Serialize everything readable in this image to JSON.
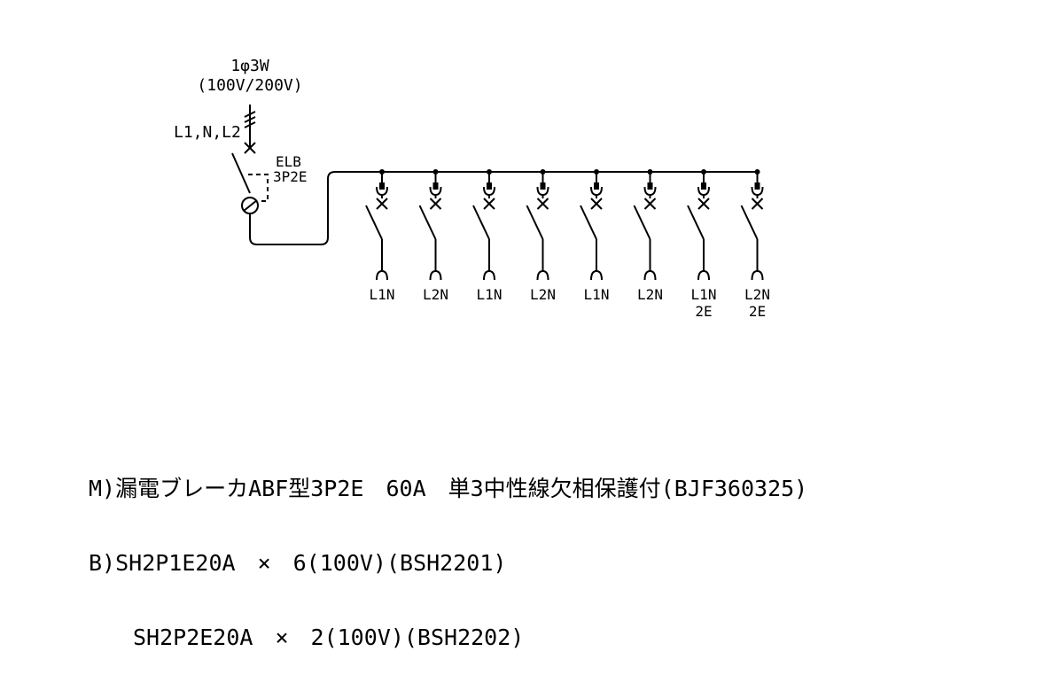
{
  "supply": {
    "phase": "1φ3W",
    "voltage": "(100V/200V)",
    "lines": "L1,N,L2"
  },
  "main_breaker": {
    "type": "ELB",
    "poles": "3P2E"
  },
  "branches": [
    {
      "line1": "L1N",
      "line2": ""
    },
    {
      "line1": "L2N",
      "line2": ""
    },
    {
      "line1": "L1N",
      "line2": ""
    },
    {
      "line1": "L2N",
      "line2": ""
    },
    {
      "line1": "L1N",
      "line2": ""
    },
    {
      "line1": "L2N",
      "line2": ""
    },
    {
      "line1": "L1N",
      "line2": "2E"
    },
    {
      "line1": "L2N",
      "line2": "2E"
    }
  ],
  "notes": [
    "M)漏電ブレーカABF型3P2E　60A　単3中性線欠相保護付(BJF360325)",
    "B)SH2P1E20A　×　6(100V)(BSH2201)",
    "　　SH2P2E20A　×　2(100V)(BSH2202)"
  ]
}
